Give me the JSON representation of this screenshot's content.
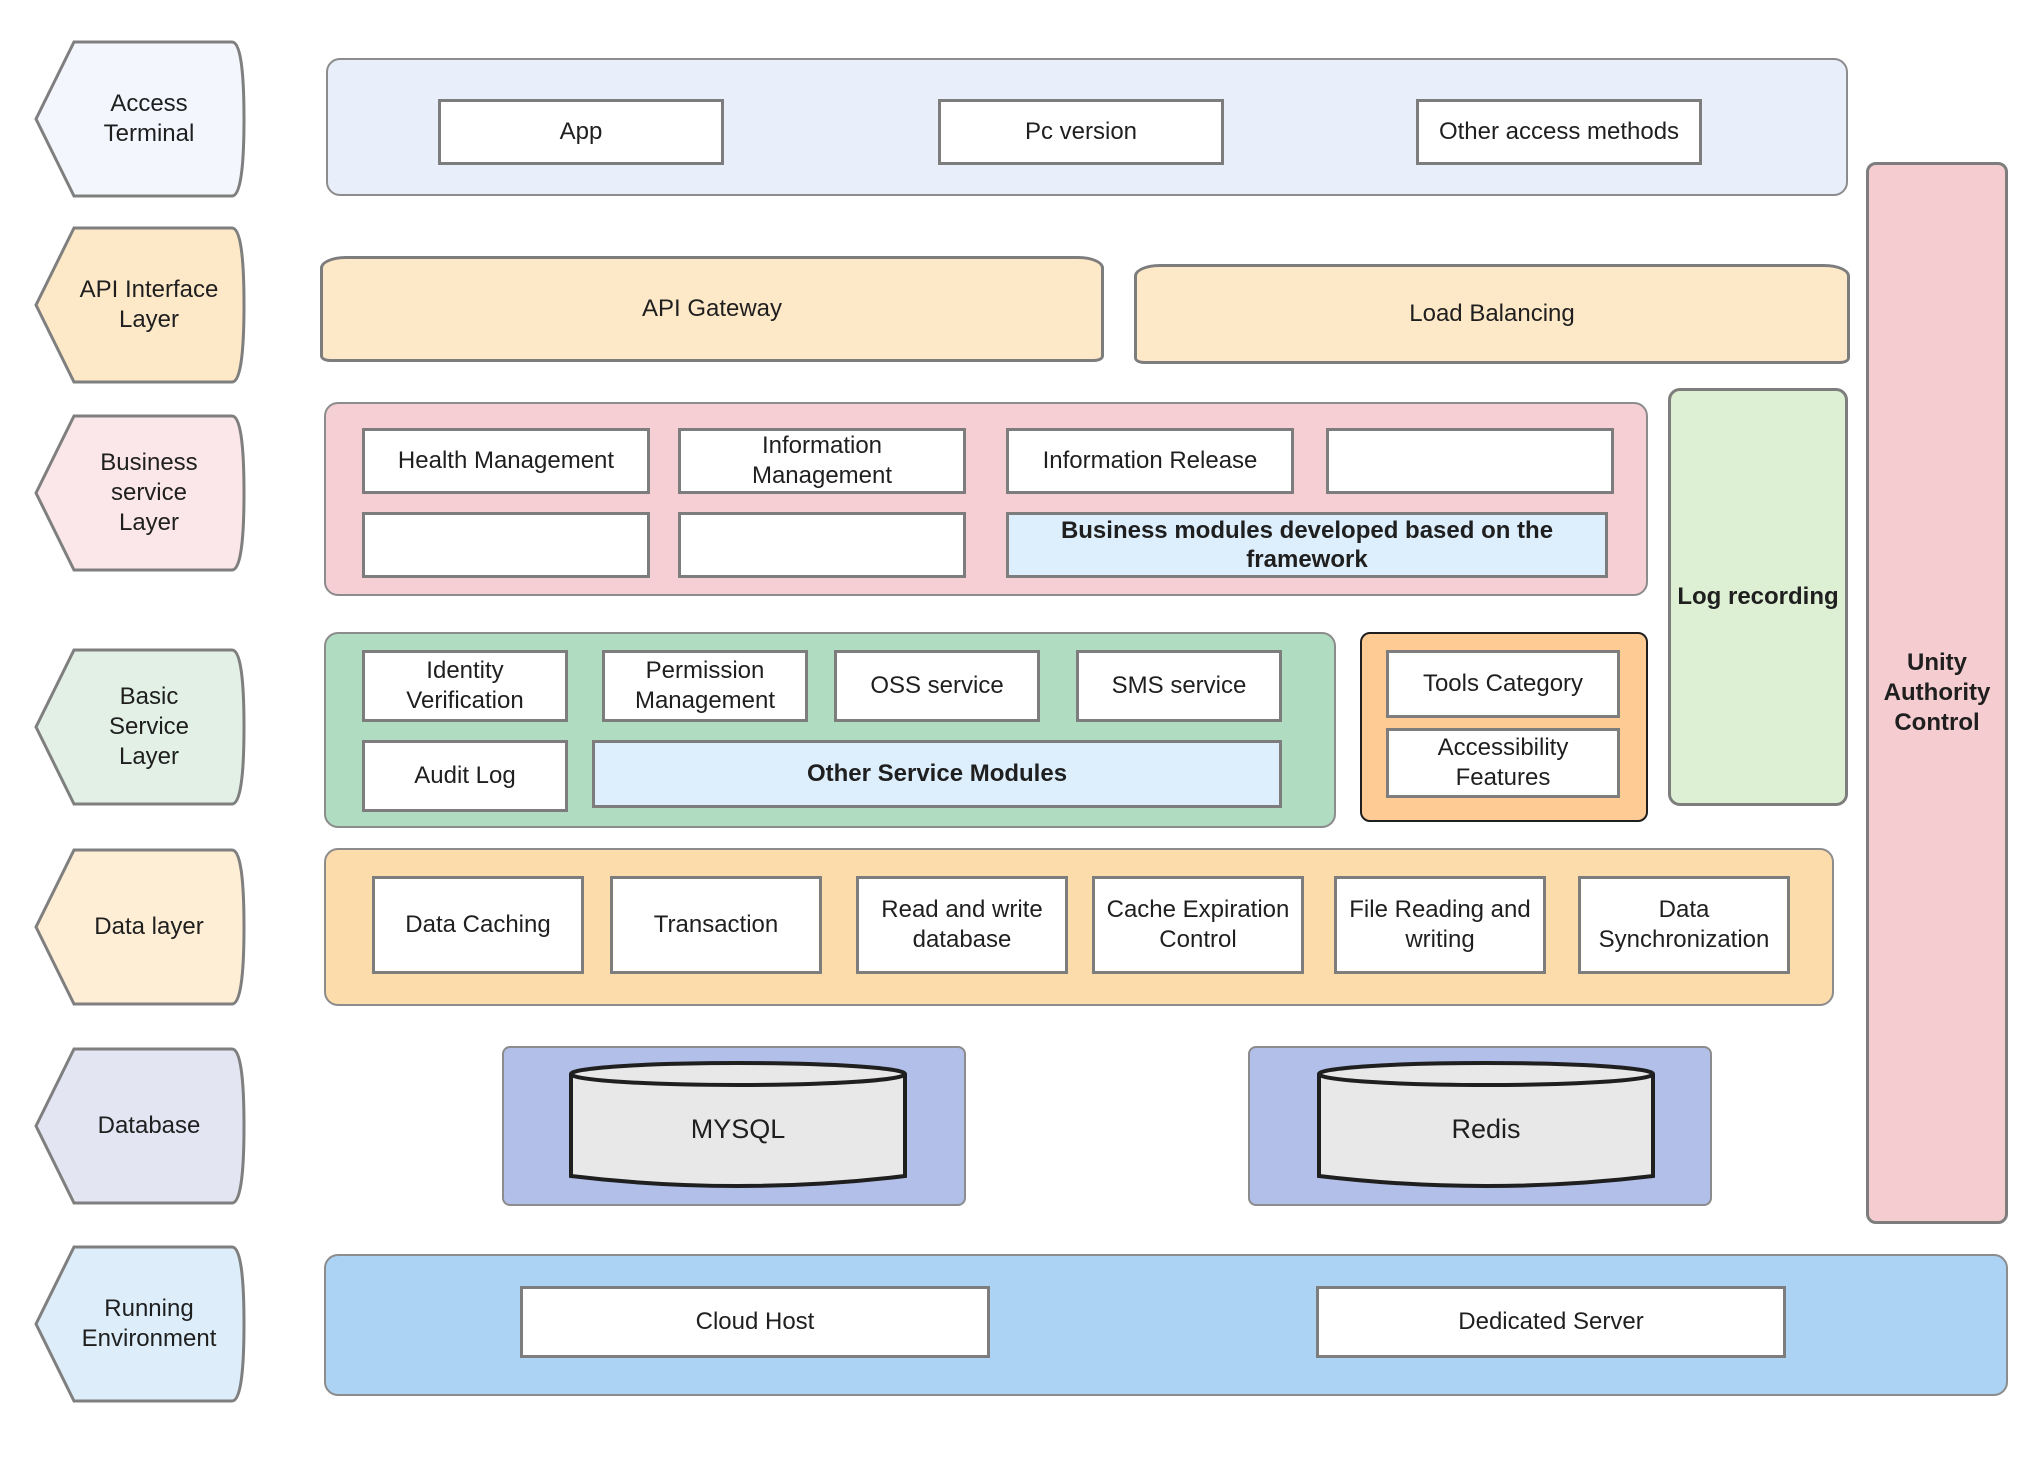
{
  "layers": {
    "access": "Access\nTerminal",
    "api": "API Interface\nLayer",
    "business": "Business\nservice\nLayer",
    "basic": "Basic\nService\nLayer",
    "data": "Data layer",
    "database": "Database",
    "running": "Running\nEnvironment"
  },
  "access": {
    "app": "App",
    "pc": "Pc version",
    "other": "Other access methods"
  },
  "api": {
    "gateway": "API Gateway",
    "load_balancing": "Load Balancing"
  },
  "business": {
    "health": "Health Management",
    "information": "Information\nManagement",
    "release": "Information Release",
    "framework": "Business modules developed based on the\nframework"
  },
  "basic": {
    "identity": "Identity\nVerification",
    "permission": "Permission\nManagement",
    "oss": "OSS service",
    "sms": "SMS service",
    "audit": "Audit Log",
    "other": "Other Service Modules",
    "tools": "Tools Category",
    "accessibility": "Accessibility\nFeatures"
  },
  "data_layer": {
    "caching": "Data Caching",
    "transaction": "Transaction",
    "readwrite": "Read and write\ndatabase",
    "expiration": "Cache Expiration\nControl",
    "file": "File Reading and\nwriting",
    "sync": "Data\nSynchronization"
  },
  "database": {
    "mysql": "MYSQL",
    "redis": "Redis"
  },
  "running": {
    "cloud": "Cloud Host",
    "dedicated": "Dedicated Server"
  },
  "side": {
    "log": "Log recording",
    "authority": "Unity\nAuthority\nControl"
  },
  "colors": {
    "access": "#f3f7fd",
    "api": "#fde9c8",
    "business": "#fbe7e9",
    "basic": "#e2f0e6",
    "data": "#fdeed5",
    "database": "#e3e5f3",
    "running": "#ddeefa"
  }
}
